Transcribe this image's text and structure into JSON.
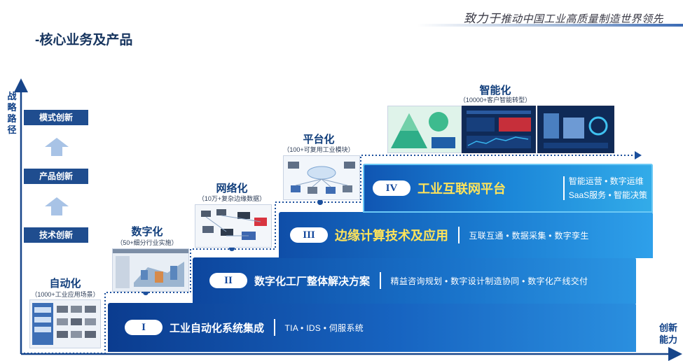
{
  "header": {
    "slogan_big": "致力于",
    "slogan_rest": "推动中国工业高质量制造世界领先",
    "title": "-核心业务及产品"
  },
  "axes": {
    "vertical_label": "战略路径",
    "horizontal_label_1": "创新",
    "horizontal_label_2": "能力"
  },
  "ladder": [
    "模式创新",
    "产品创新",
    "技术创新"
  ],
  "stages": [
    {
      "title": "自动化",
      "subtitle": "（1000+工业应用场景）"
    },
    {
      "title": "数字化",
      "subtitle": "（50+细分行业实施）"
    },
    {
      "title": "网络化",
      "subtitle": "（10万+复杂边缘数据）"
    },
    {
      "title": "平台化",
      "subtitle": "（100+可复用工业模块）"
    },
    {
      "title": "智能化",
      "subtitle": "（10000+客户智能转型）"
    }
  ],
  "platforms": [
    {
      "roman": "I",
      "title": "工业自动化系统集成",
      "items": "TIA  •  IDS  •  伺服系统"
    },
    {
      "roman": "II",
      "title": "数字化工厂整体解决方案",
      "items": "精益咨询规划  •  数字设计制造协同  •  数字化产线交付"
    },
    {
      "roman": "III",
      "title": "边缘计算技术及应用",
      "items": "互联互通  •  数据采集  •  数字孪生"
    },
    {
      "roman": "IV",
      "title": "工业互联网平台",
      "items_line1": "智能运营 • 数字运维",
      "items_line2": "SaaS服务 • 智能决策"
    }
  ],
  "colors": {
    "title_blue": "#16345e",
    "accent_blue": "#1f4d8f",
    "highlight_yellow": "#ffe45a"
  }
}
